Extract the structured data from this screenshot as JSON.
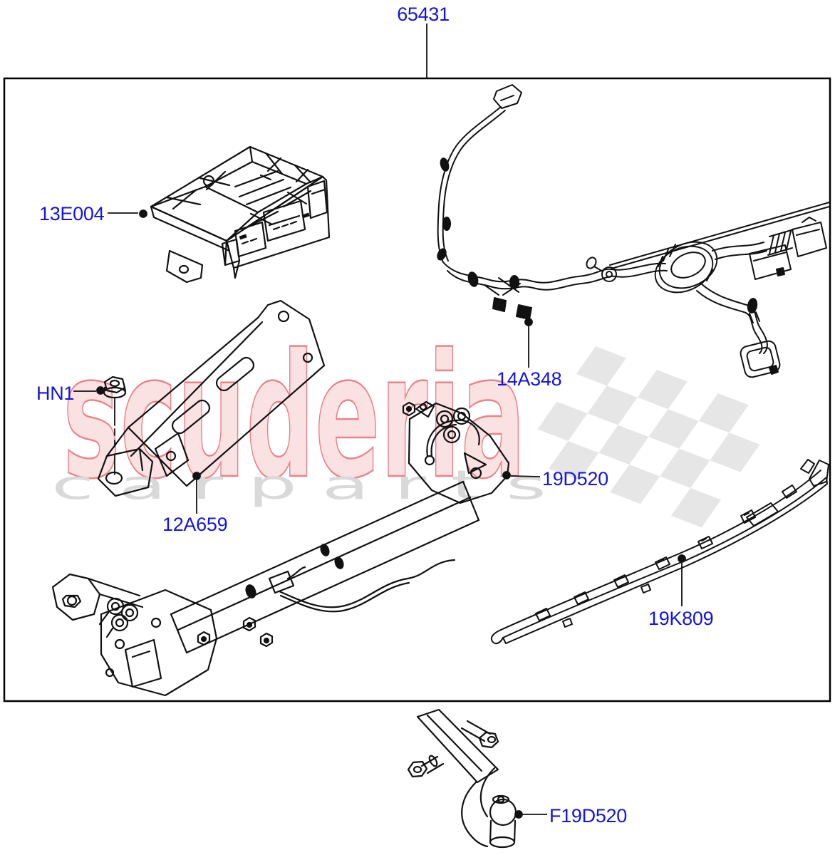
{
  "page": {
    "background": "#ffffff"
  },
  "watermark": {
    "brand": "scuderia",
    "tagline": "c a r   p a r t s",
    "brand_fill": "#f9dadb",
    "brand_stroke": "#e4646c",
    "tagline_color": "#d9d9d9",
    "flag_color": "#e2e2e2"
  },
  "diagram": {
    "label_color": "#1414e0",
    "line_color": "#111111",
    "callouts": [
      {
        "text": "65431"
      },
      {
        "text": "13E004"
      },
      {
        "text": "14A348"
      },
      {
        "text": "HN1"
      },
      {
        "text": "12A659"
      },
      {
        "text": "19D520"
      },
      {
        "text": "19K809"
      },
      {
        "text": "F19D520"
      }
    ]
  }
}
